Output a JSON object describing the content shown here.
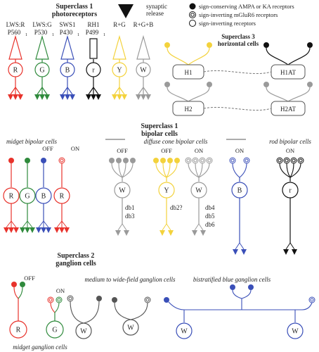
{
  "colors": {
    "red": "#e8322b",
    "green": "#2f8a3c",
    "blue": "#3a4fb8",
    "yellow": "#f3d23c",
    "grey": "#9a9a9a",
    "black": "#111111"
  },
  "header": {
    "superclass1_title": "Superclass 1",
    "superclass1_sub": "photoreceptors",
    "synaptic_label_1": "synaptic",
    "synaptic_label_2": "release",
    "legend": [
      {
        "icon": "filled-circle-icon",
        "label": "sign-conserving AMPA or KA receptors"
      },
      {
        "icon": "double-circle-icon",
        "label": "sign-inverting mGluR6 receptors"
      },
      {
        "icon": "open-circle-icon",
        "label": "sign-inverting receptors"
      }
    ]
  },
  "photoreceptors": [
    {
      "name1": "LWS:R",
      "name2": "P560",
      "sub": "1",
      "letter": "R"
    },
    {
      "name1": "LWS:G",
      "name2": "P530",
      "sub": "1",
      "letter": "G"
    },
    {
      "name1": "SWS1",
      "name2": "P430",
      "sub": "1",
      "letter": "B"
    },
    {
      "name1": "RH1",
      "name2": "P499",
      "sub": "1",
      "letter": "r"
    },
    {
      "name1": "R+G",
      "name2": "",
      "sub": "",
      "letter": "Y"
    },
    {
      "name1": "R+G+B",
      "name2": "",
      "sub": "",
      "letter": "W"
    }
  ],
  "horizontal": {
    "title": "Superclass 3",
    "sub": "horizontal cells",
    "cells": [
      "H1",
      "H1AT",
      "H2",
      "H2AT"
    ]
  },
  "bipolar": {
    "title": "Superclass 1",
    "sub": "bipolar cells",
    "midget_label": "midget bipolar cells",
    "diffuse_label": "diffuse cone bipolar cells",
    "rod_label": "rod bipolar cells",
    "off": "OFF",
    "on": "ON",
    "midget_cells": [
      "R",
      "G",
      "B",
      "R"
    ],
    "diffuse_cells": [
      "W",
      "Y",
      "W",
      "B"
    ],
    "rod_cell": "r",
    "db_a": [
      "db1",
      "db3"
    ],
    "db_b": "db2?",
    "db_c": [
      "db4",
      "db5",
      "db6"
    ]
  },
  "ganglion": {
    "title": "Superclass 2",
    "sub": "ganglion cells",
    "off": "OFF",
    "on": "ON",
    "medium_label": "medium to wide-field ganglion cells",
    "bistratified_label": "bistratified blue ganglion cells",
    "midget_label": "midget ganglion cells",
    "cells": [
      "R",
      "G",
      "W",
      "W",
      "W",
      "W"
    ]
  }
}
